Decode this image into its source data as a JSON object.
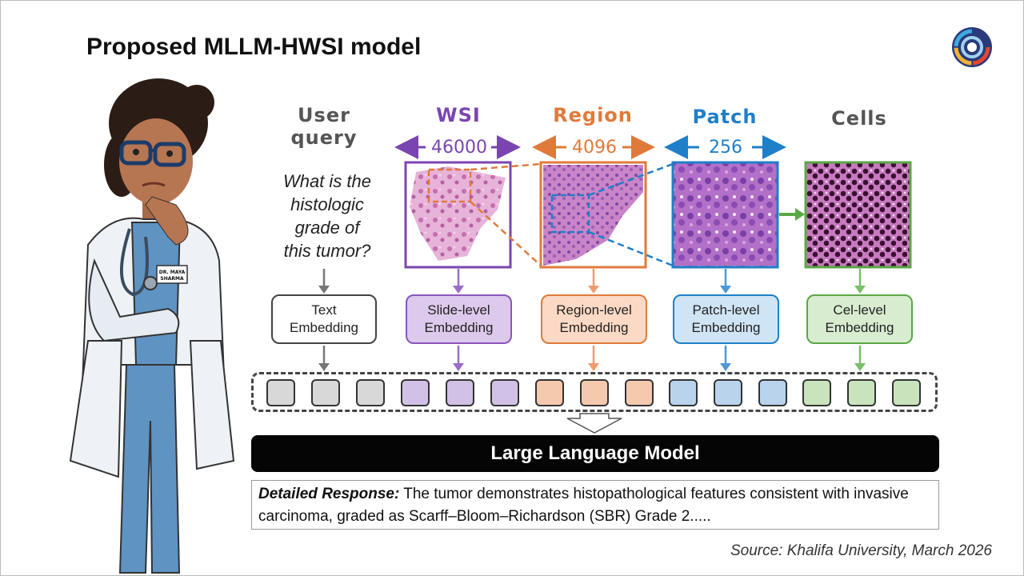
{
  "slide": {
    "title": "Proposed MLLM-HWSI model",
    "source": "Source: Khalifa University, March 2026"
  },
  "doctor": {
    "badge_line1": "DR. MAYA",
    "badge_line2": "SHARMA"
  },
  "columns": [
    {
      "name": "User query",
      "color": "#555555"
    },
    {
      "name": "WSI",
      "dimension": "46000",
      "color": "#7a45b0"
    },
    {
      "name": "Region",
      "dimension": "4096",
      "color": "#e07a3a"
    },
    {
      "name": "Patch",
      "dimension": "256",
      "color": "#1f7fc8"
    },
    {
      "name": "Cells",
      "color": "#555555"
    }
  ],
  "query_lines": [
    "What is the",
    "histologic",
    "grade of",
    "this tumor?"
  ],
  "embeddings": [
    {
      "line1": "Text",
      "line2": "Embedding",
      "border": "#444444",
      "fill": "#ffffff",
      "arrow": "#777777"
    },
    {
      "line1": "Slide-level",
      "line2": "Embedding",
      "border": "#8a56bd",
      "fill": "#ddc9ec",
      "arrow": "#9a6cc8"
    },
    {
      "line1": "Region-level",
      "line2": "Embedding",
      "border": "#e07a3a",
      "fill": "#fbd9c4",
      "arrow": "#ef9c6f"
    },
    {
      "line1": "Patch-level",
      "line2": "Embedding",
      "border": "#1f7fc8",
      "fill": "#cfe4f5",
      "arrow": "#4f98d6"
    },
    {
      "line1": "Cel-level",
      "line2": "Embedding",
      "border": "#5aa845",
      "fill": "#d8ecd0",
      "arrow": "#7dbd6b"
    }
  ],
  "token_colors": [
    "#d8d8d8",
    "#d1c1e6",
    "#f5c9ae",
    "#b9d3ec",
    "#c9e4bc"
  ],
  "llm": {
    "label": "Large Language Model"
  },
  "response": {
    "lead": "Detailed Response:",
    "text": " The tumor demonstrates histopathological features consistent with invasive carcinoma, graded as Scarff–Bloom–Richardson (SBR) Grade 2....."
  }
}
